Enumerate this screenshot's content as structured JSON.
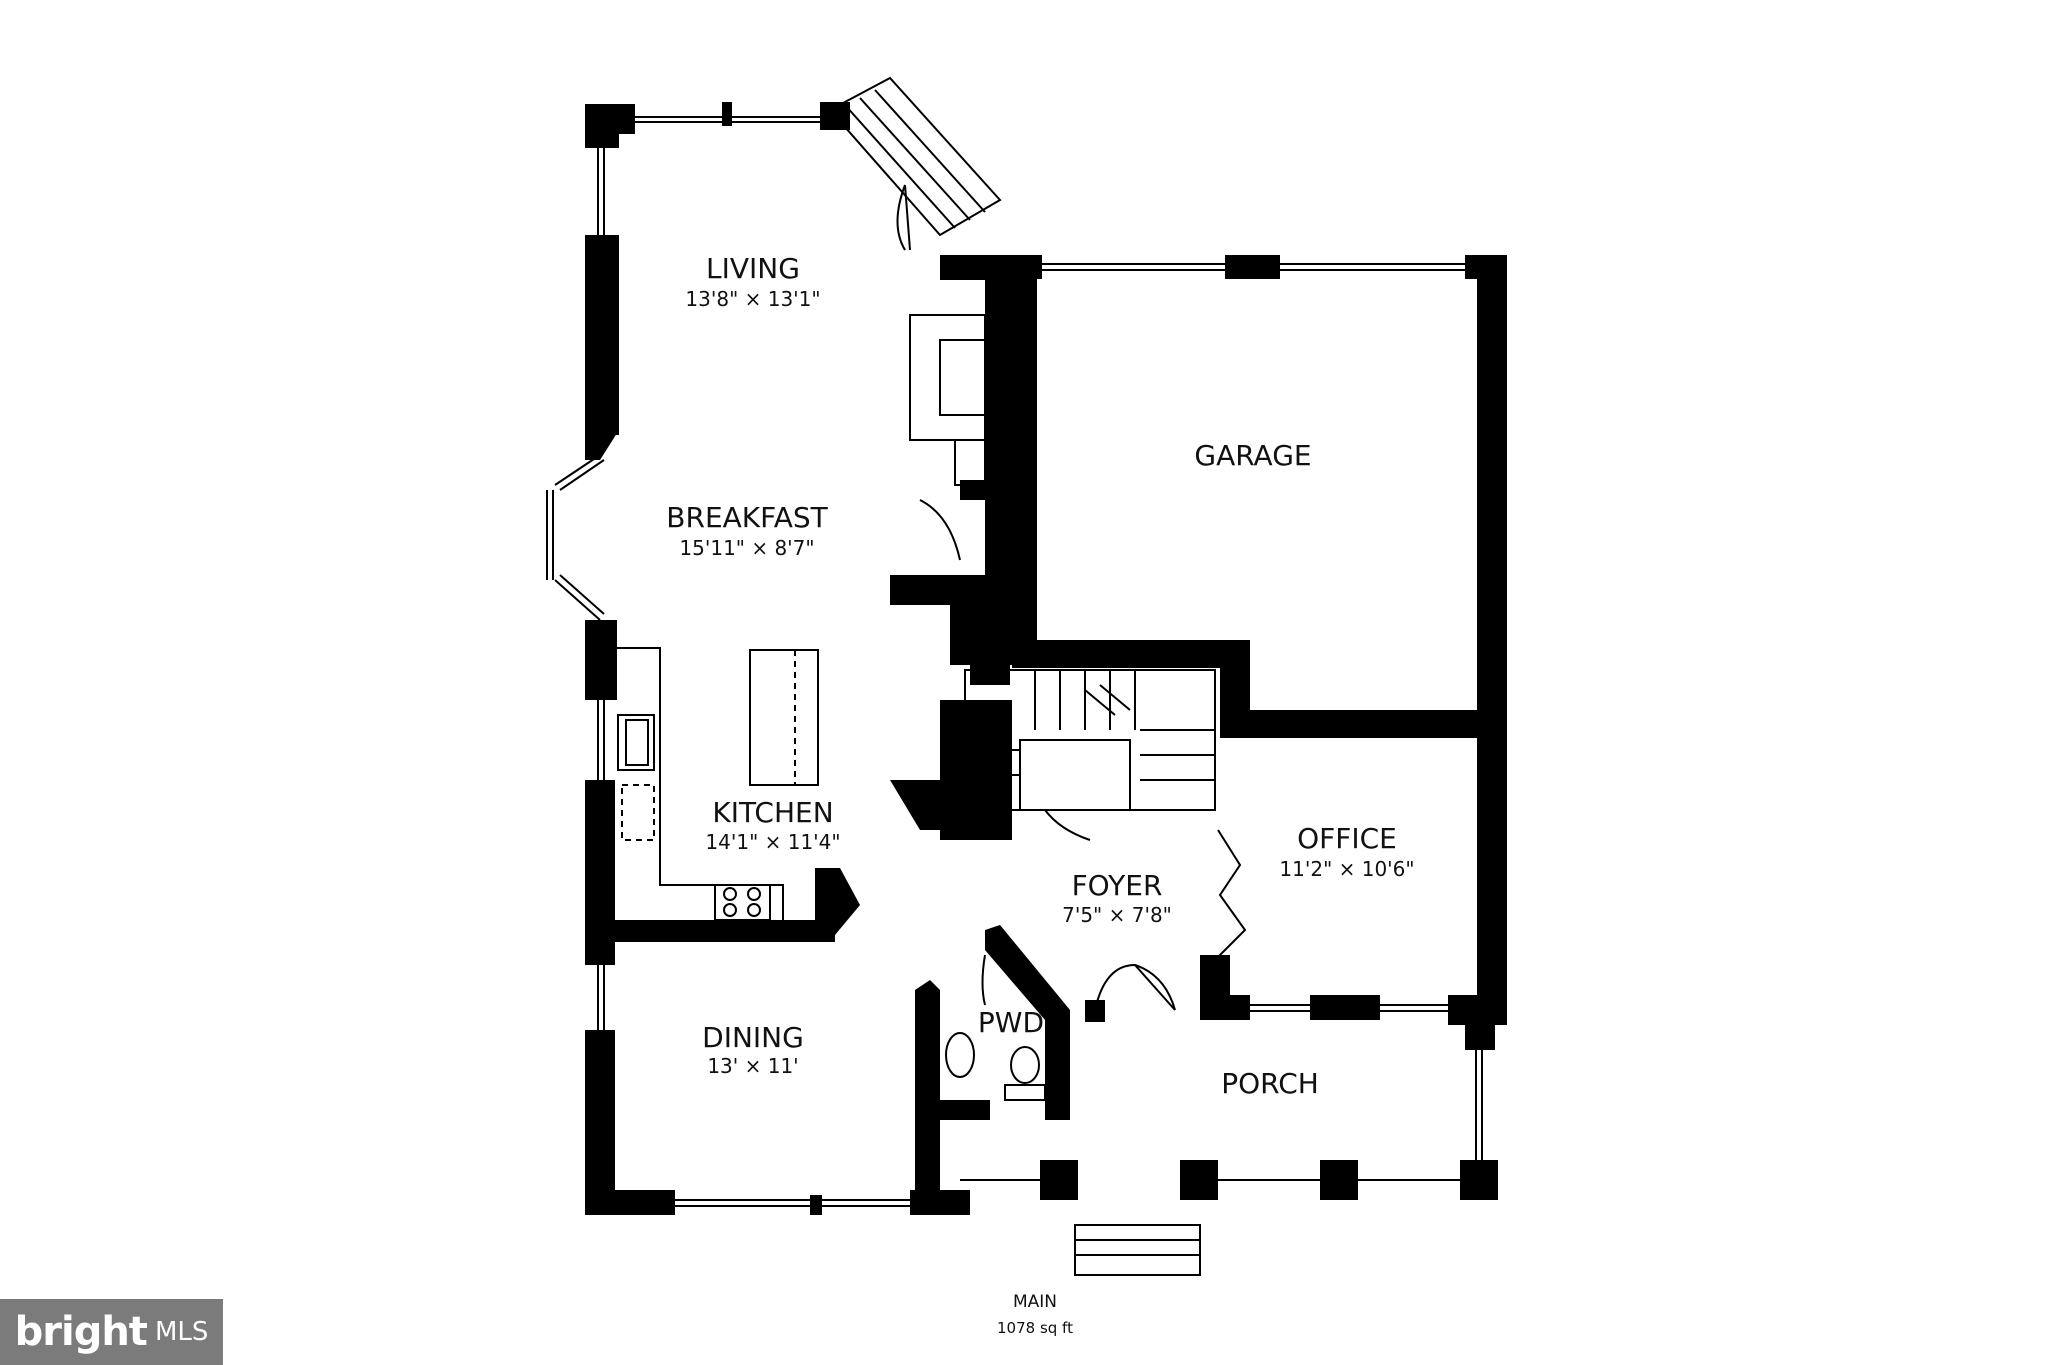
{
  "rooms": [
    {
      "name": "LIVING",
      "dims": "13'8\" × 13'1\""
    },
    {
      "name": "BREAKFAST",
      "dims": "15'11\" × 8'7\""
    },
    {
      "name": "KITCHEN",
      "dims": "14'1\" × 11'4\""
    },
    {
      "name": "DINING",
      "dims": "13' × 11'"
    },
    {
      "name": "GARAGE",
      "dims": ""
    },
    {
      "name": "OFFICE",
      "dims": "11'2\" × 10'6\""
    },
    {
      "name": "FOYER",
      "dims": "7'5\" × 7'8\""
    },
    {
      "name": "PWD",
      "dims": ""
    },
    {
      "name": "PORCH",
      "dims": ""
    }
  ],
  "floor": {
    "label": "MAIN",
    "area": "1078 sq ft"
  },
  "logo": {
    "brand": "bright",
    "suffix": "MLS"
  },
  "colors": {
    "wall": "#000000",
    "background": "#ffffff",
    "logo_bg": "#7b7b7b"
  }
}
